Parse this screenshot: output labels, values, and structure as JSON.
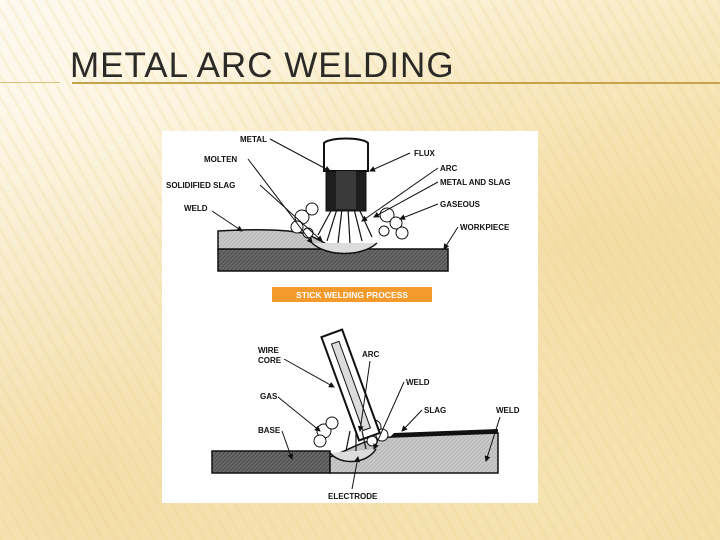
{
  "slide": {
    "title": "METAL ARC WELDING"
  },
  "diagram": {
    "top": {
      "labels": {
        "metal": "METAL",
        "molten": "MOLTEN",
        "solidified_slag": "SOLIDIFIED SLAG",
        "weld": "WELD",
        "flux": "FLUX",
        "arc": "ARC",
        "metal_and_slag": "METAL AND SLAG",
        "gaseous": "GASEOUS",
        "workpiece": "WORKPIECE"
      },
      "banner": "STICK WELDING PROCESS",
      "banner_color": "#f39a2c"
    },
    "bottom": {
      "labels": {
        "wire": "WIRE",
        "core": "CORE",
        "arc": "ARC",
        "weld_mid": "WELD",
        "gas": "GAS",
        "slag": "SLAG",
        "weld_right": "WELD",
        "base": "BASE",
        "electrode": "ELECTRODE"
      }
    }
  }
}
